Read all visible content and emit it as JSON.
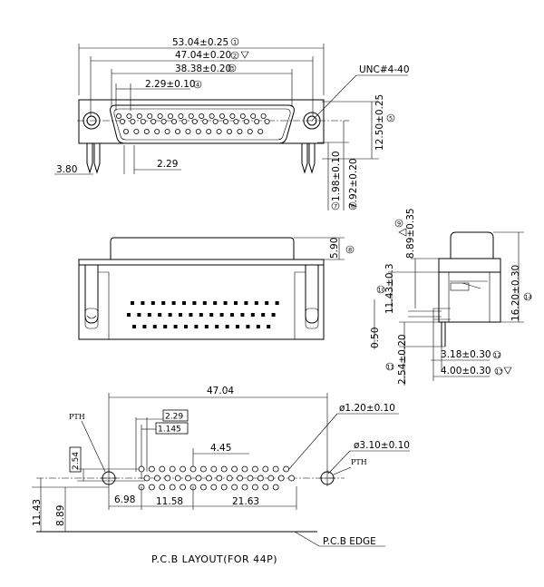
{
  "front_view": {
    "dims": {
      "d1": "53.04±0.25",
      "d2": "47.04±0.20",
      "d3": "38.38±0.20",
      "d4": "2.29±0.10",
      "d5": "12.50±0.25",
      "d6": "7.92±0.20",
      "d7": "1.98±0.10",
      "d8": "3.80",
      "d9": "2.29",
      "thread": "UNC#4-40"
    },
    "callouts": {
      "c1": "1",
      "c2": "2",
      "c3": "3",
      "c4": "4",
      "c5": "5",
      "c6": "6",
      "c7": "7"
    }
  },
  "top_view": {
    "dims": {
      "d1": "5.90"
    },
    "callouts": {
      "c8": "8"
    }
  },
  "side_view": {
    "dims": {
      "d1": "8.89±0.35",
      "d2": "11.43±0.3",
      "d3": "16.20±0.30",
      "d4": "0.50",
      "d5": "2.54±0.20",
      "d6": "3.18±0.30",
      "d7": "4.00±0.30"
    },
    "callouts": {
      "c9": "9",
      "c10": "10",
      "c11": "11",
      "c12": "12",
      "c13": "13",
      "c14": "14"
    }
  },
  "pcb_layout": {
    "dims": {
      "d1": "47.04",
      "d2": "2.29",
      "d3": "1.145",
      "d4": "4.45",
      "d5": "ø1.20±0.10",
      "d6": "ø3.10±0.10",
      "d7": "2.54",
      "d8": "6.98",
      "d9": "11.58",
      "d10": "21.63",
      "d11": "11.43",
      "d12": "8.89"
    },
    "pth_left": "PTH",
    "pth_right": "PTH",
    "edge": "P.C.B EDGE",
    "caption": "P.C.B LAYOUT(FOR 44P)"
  }
}
